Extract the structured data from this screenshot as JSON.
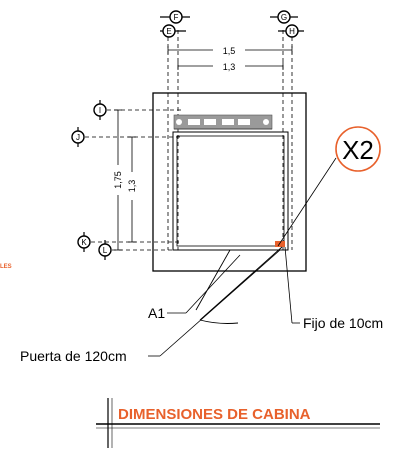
{
  "colors": {
    "line": "#000000",
    "accent": "#e8612c"
  },
  "grid_bubbles": {
    "top": [
      "F",
      "E",
      "G",
      "H"
    ],
    "left": [
      "I",
      "J",
      "K",
      "L"
    ]
  },
  "dimensions": {
    "outer_width": "1,5",
    "inner_width": "1,3",
    "outer_height": "1,75",
    "inner_height": "1,3"
  },
  "callouts": {
    "multiplier": "X2",
    "tag": "A1",
    "fixed_panel": "Fijo de 10cm",
    "door": "Puerta de 120cm"
  },
  "title": "DIMENSIONES DE CABINA",
  "edge_fragment": "LES"
}
